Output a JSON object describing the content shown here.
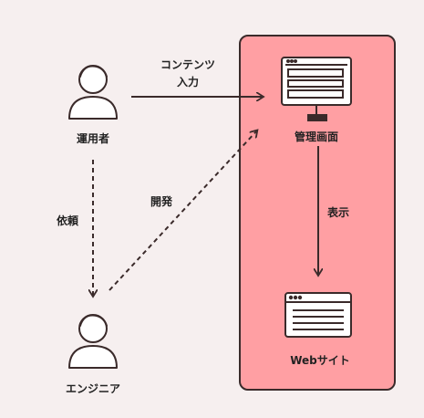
{
  "actors": {
    "operator": {
      "label": "運用者",
      "icon": "person-icon"
    },
    "engineer": {
      "label": "エンジニア",
      "icon": "person-icon"
    }
  },
  "nodes": {
    "admin": {
      "label": "管理画面",
      "icon": "monitor-icon"
    },
    "website": {
      "label": "Webサイト",
      "icon": "browser-window-icon"
    }
  },
  "edges": {
    "content_input_line1": "コンテンツ",
    "content_input_line2": "入力",
    "request": "依頼",
    "develop": "開発",
    "display": "表示"
  },
  "colors": {
    "background": "#f6efef",
    "panel": "#ff9fa3",
    "stroke": "#3a2a2a"
  }
}
